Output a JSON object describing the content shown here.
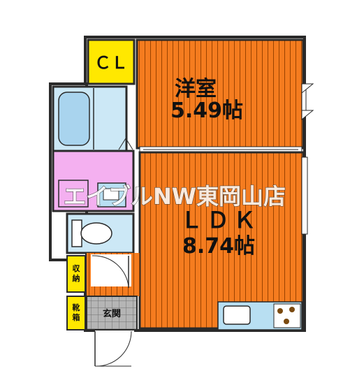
{
  "rooms": {
    "closet": {
      "label": "ＣＬ",
      "color": "#ffe800"
    },
    "western_room": {
      "name": "洋室",
      "size": "5.49帖",
      "color": "#f57c1f"
    },
    "ldk": {
      "name": "ＬＤＫ",
      "size": "8.74帖",
      "color": "#f57c1f"
    },
    "storage": {
      "label": "収納",
      "color": "#ffe800"
    },
    "shoe_box": {
      "label": "靴箱",
      "color": "#ffe800"
    },
    "entrance": {
      "label": "玄関"
    },
    "bathroom": {
      "color": "#cce8f6"
    },
    "washroom": {
      "color": "#f4b0f0"
    },
    "toilet": {
      "color": "#cce8f6"
    }
  },
  "watermark": {
    "text": "エイブルNW東岡山店"
  },
  "colors": {
    "wall": "#2a2a2a",
    "floor_line": "#8a3c00",
    "fixture": "#b8dff2",
    "tile": "#9a9a9a"
  }
}
